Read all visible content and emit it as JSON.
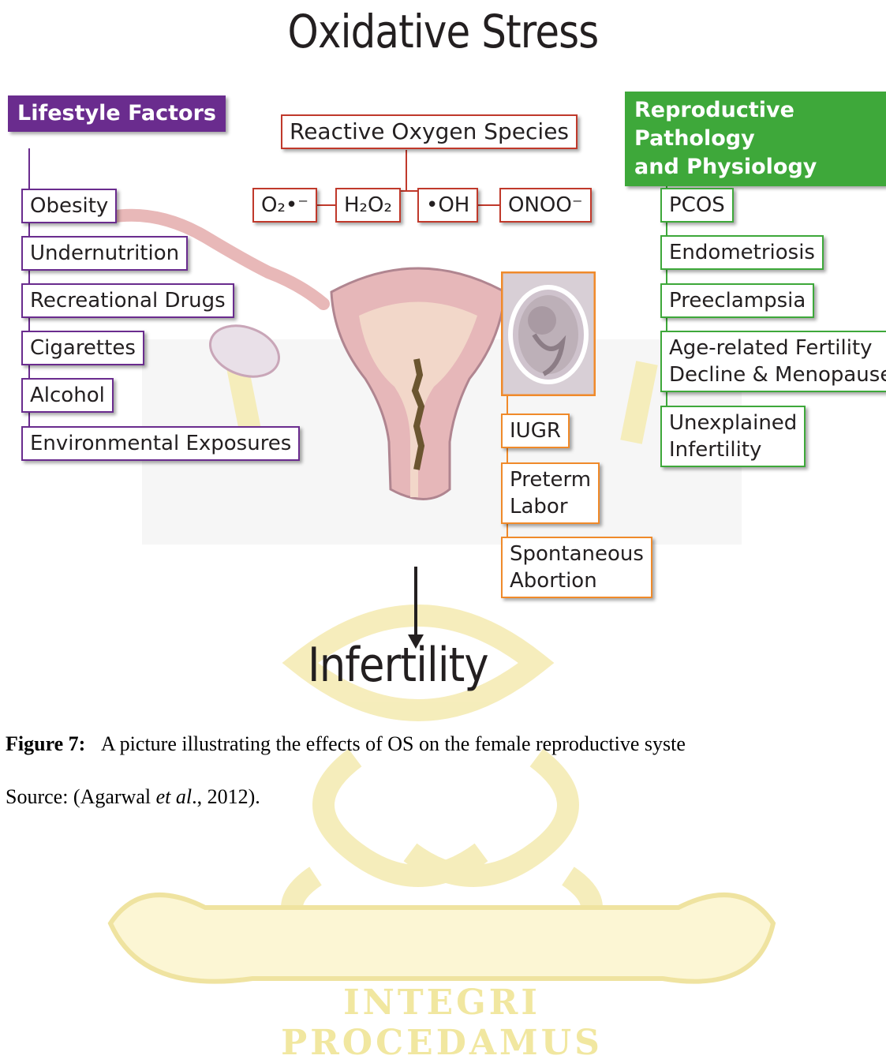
{
  "title": "Oxidative Stress",
  "lifestyle": {
    "header": "Lifestyle Factors",
    "items": [
      "Obesity",
      "Undernutrition",
      "Recreational Drugs",
      "Cigarettes",
      "Alcohol",
      "Environmental Exposures"
    ]
  },
  "ros": {
    "header": "Reactive Oxygen Species",
    "species": [
      "O₂•⁻",
      "H₂O₂",
      "•OH",
      "ONOO⁻"
    ]
  },
  "pathology": {
    "header_line1": "Reproductive Pathology",
    "header_line2": "and Physiology",
    "items": [
      "PCOS",
      "Endometriosis",
      "Preeclampsia",
      "Age-related Fertility",
      "Decline & Menopause",
      "Unexplained",
      "Infertility"
    ]
  },
  "pregnancy": {
    "items": [
      "IUGR",
      "Preterm",
      "Labor",
      "Spontaneous",
      "Abortion"
    ]
  },
  "outcome": "Infertility",
  "caption": {
    "label": "Figure 7:",
    "text": "A picture illustrating the effects of OS on the female reproductive syste",
    "source_prefix": "Source: (Agarwal ",
    "source_italic": "et al",
    "source_suffix": "., 2012)."
  },
  "watermark_motto": "INTEGRI PROCEDAMUS",
  "colors": {
    "lifestyle": "#6a2c8e",
    "pathology": "#3ea83a",
    "ros": "#c0392b",
    "pregnancy": "#f08a2a",
    "watermark": "#f3e9a6"
  }
}
